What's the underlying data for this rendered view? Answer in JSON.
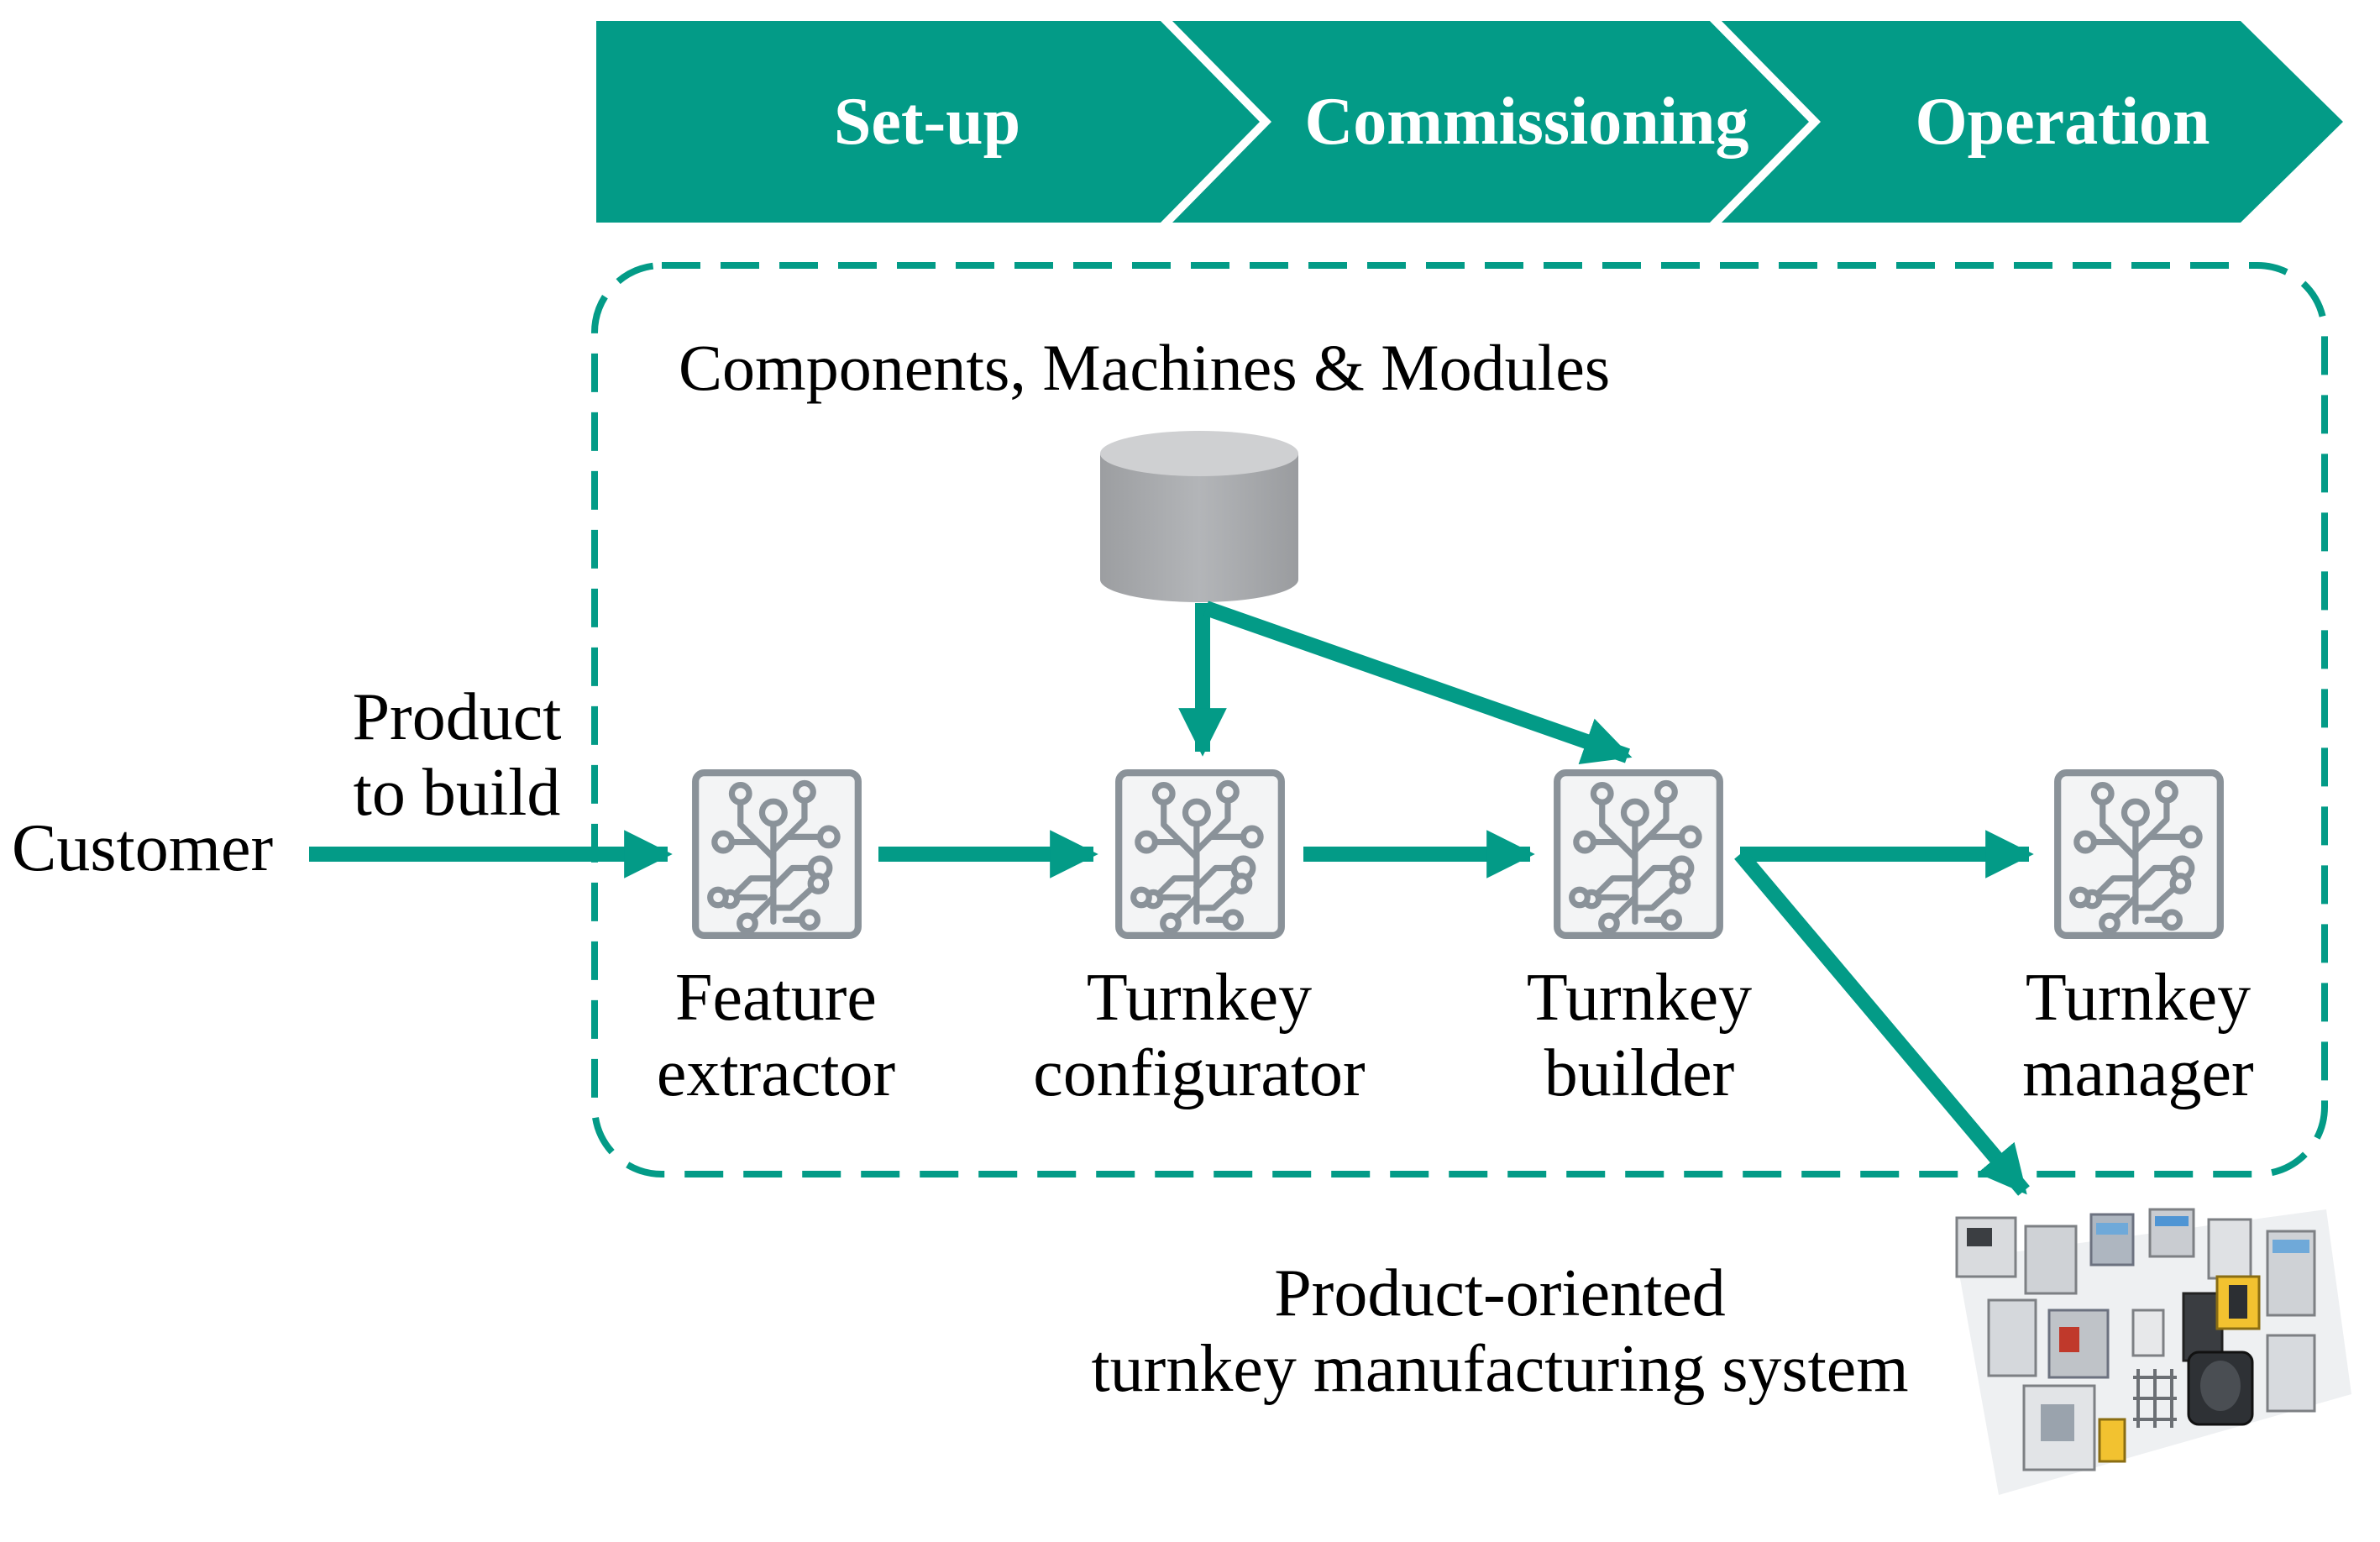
{
  "phases": [
    {
      "label": "Set-up"
    },
    {
      "label": "Commissioning"
    },
    {
      "label": "Operation"
    }
  ],
  "repository": {
    "label": "Components, Machines & Modules",
    "icon": "database-cylinder-icon"
  },
  "customer": {
    "label": "Customer"
  },
  "input": {
    "line1": "Product",
    "line2": "to build"
  },
  "modules": [
    {
      "line1": "Feature",
      "line2": "extractor",
      "icon": "circuit-chip-icon"
    },
    {
      "line1": "Turnkey",
      "line2": "configurator",
      "icon": "circuit-chip-icon"
    },
    {
      "line1": "Turnkey",
      "line2": "builder",
      "icon": "circuit-chip-icon"
    },
    {
      "line1": "Turnkey",
      "line2": "manager",
      "icon": "circuit-chip-icon"
    }
  ],
  "output": {
    "line1": "Product-oriented",
    "line2": "turnkey manufacturing system",
    "icon": "factory-layout-icon"
  },
  "colors": {
    "accent": "#039B87",
    "chip_stroke": "#8A9299",
    "chip_bg": "#F3F4F5",
    "database": "#A7A9AC"
  }
}
